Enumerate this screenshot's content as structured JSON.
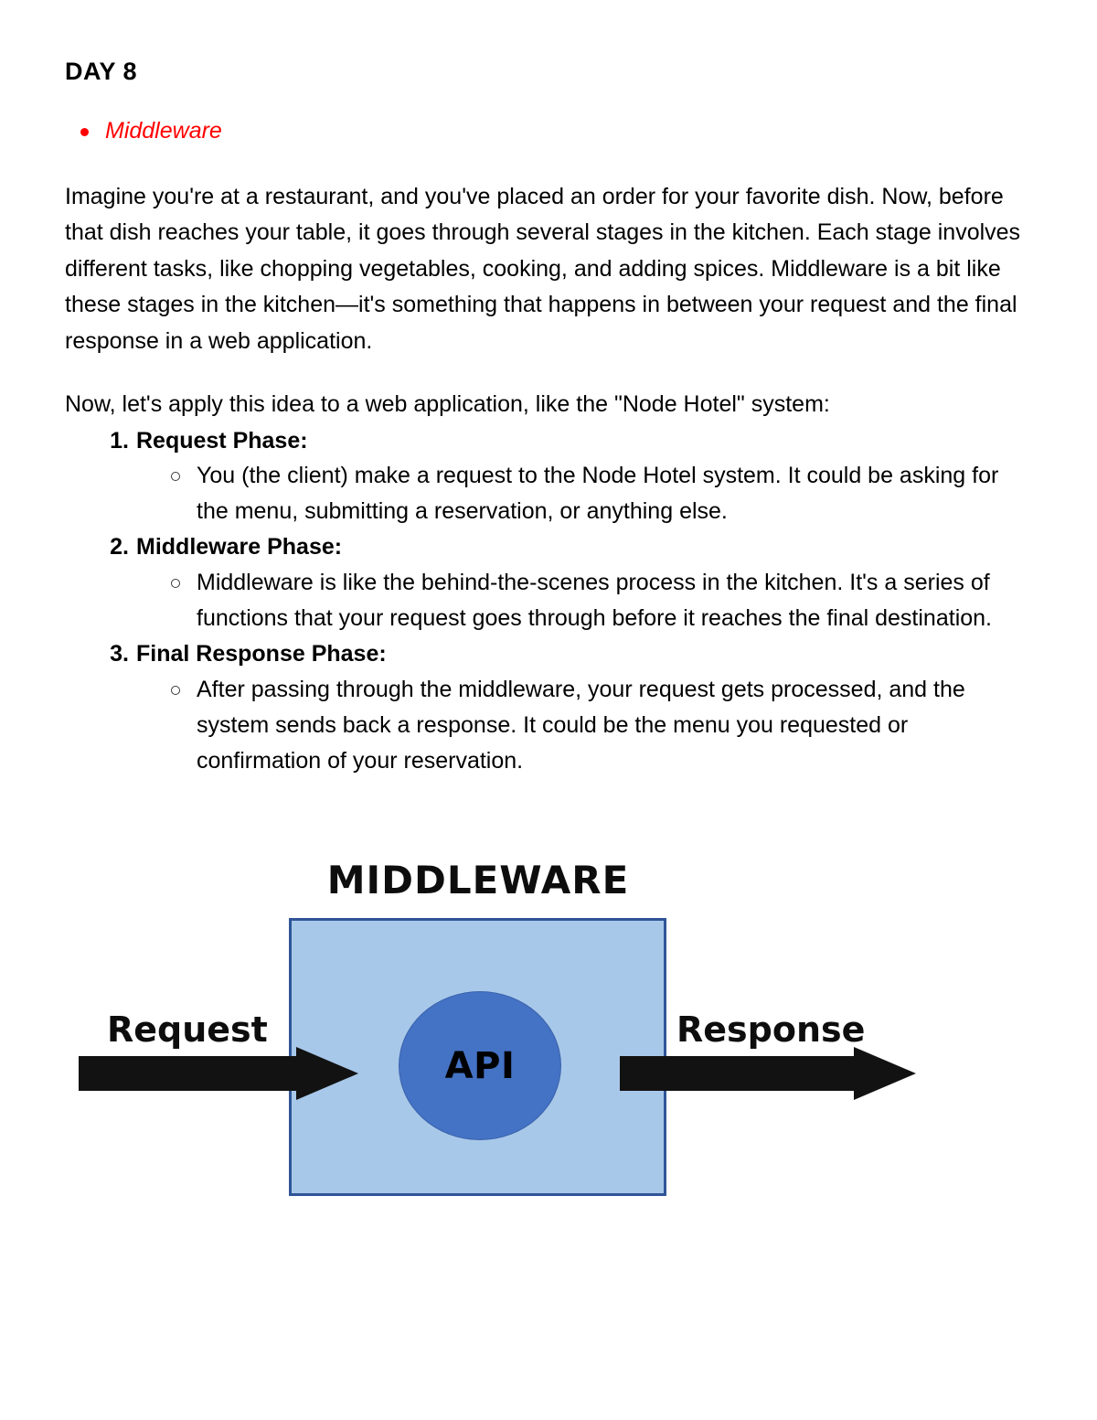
{
  "document": {
    "title": "DAY 8",
    "topic_bullet": "Middleware",
    "paragraphs": {
      "intro": "Imagine you're at a restaurant, and you've placed an order for your favorite dish. Now, before that dish reaches your table, it goes through several stages in the kitchen. Each stage involves different tasks, like chopping vegetables, cooking, and adding spices. Middleware is a bit like these stages in the kitchen—it's something that happens in between your request and the final response in a web application.",
      "lead_in": "Now, let's apply this idea to a web application, like the \"Node Hotel\" system:"
    },
    "phases": [
      {
        "number": "1.",
        "title": "Request Phase:",
        "details": [
          "You (the client) make a request to the Node Hotel system. It could be asking for the menu, submitting a reservation, or anything else."
        ]
      },
      {
        "number": "2.",
        "title": "Middleware Phase:",
        "details": [
          "Middleware is like the behind-the-scenes process in the kitchen. It's a series of functions that your request goes through before it reaches the final destination."
        ]
      },
      {
        "number": "3.",
        "title": "Final Response Phase:",
        "details": [
          "After passing through the middleware, your request gets processed, and the system sends back a response. It could be the menu you requested or confirmation of your reservation."
        ]
      }
    ]
  },
  "diagram": {
    "title": "MIDDLEWARE",
    "center_node_label": "API",
    "input_arrow_label": "Request",
    "output_arrow_label": "Response",
    "colors": {
      "box_fill": "#a8c8ea",
      "box_border": "#2f5597",
      "circle_fill": "#4472c4",
      "arrow_fill": "#121212",
      "title_text": "#0d0d0d"
    }
  },
  "theme": {
    "accent_red": "#ff0000",
    "body_text": "#000000",
    "page_background": "#ffffff"
  }
}
